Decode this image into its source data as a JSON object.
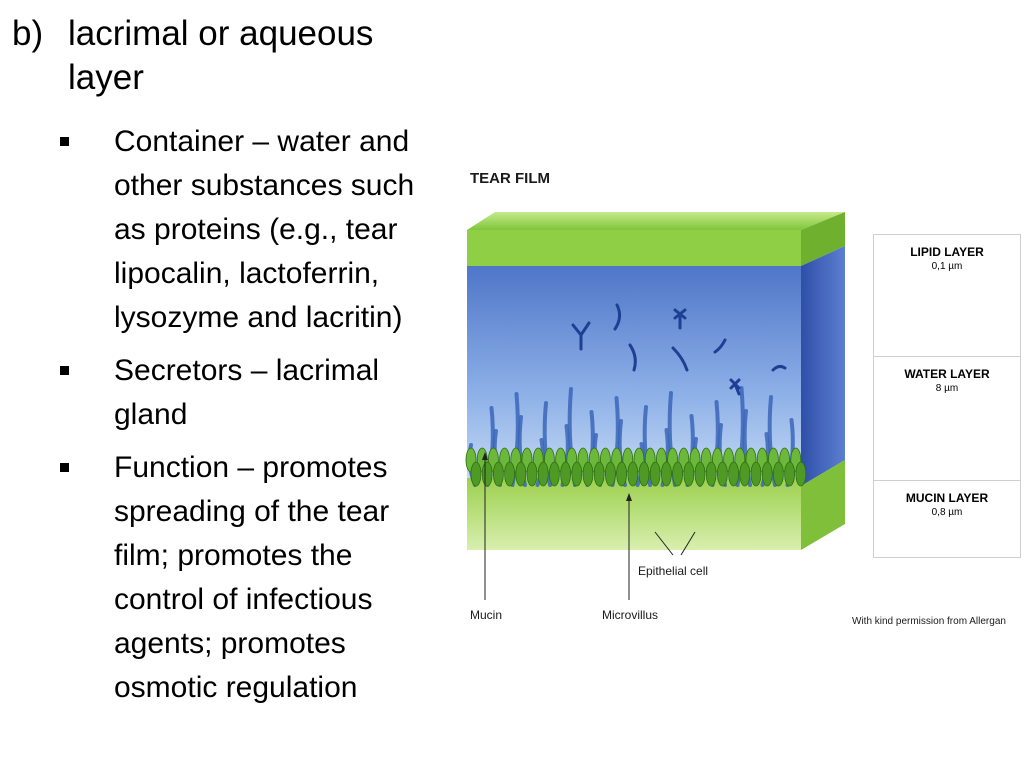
{
  "heading": {
    "marker": "b)",
    "text": "lacrimal or aqueous layer"
  },
  "bullets": [
    {
      "text": "Container – water and other substances such as proteins (e.g., tear lipocalin, lactoferrin, lysozyme and lacritin)"
    },
    {
      "text": "Secretors – lacrimal gland"
    },
    {
      "text": "Function – promotes spreading of the tear film; promotes the control of infectious agents; promotes osmotic regulation"
    }
  ],
  "figure": {
    "title": "TEAR FILM",
    "layers": [
      {
        "name": "LIPID LAYER",
        "size": "0,1 µm"
      },
      {
        "name": "WATER LAYER",
        "size": "8 µm"
      },
      {
        "name": "MUCIN LAYER",
        "size": "0,8 µm"
      }
    ],
    "labels": {
      "mucin": "Mucin",
      "microvillus": "Microvillus",
      "epithelial": "Epithelial cell"
    },
    "credit": "With kind permission from Allergan",
    "colors": {
      "lipid": "#8fcf45",
      "water": "#5f86d4",
      "epithelium": "#86c23e"
    }
  }
}
